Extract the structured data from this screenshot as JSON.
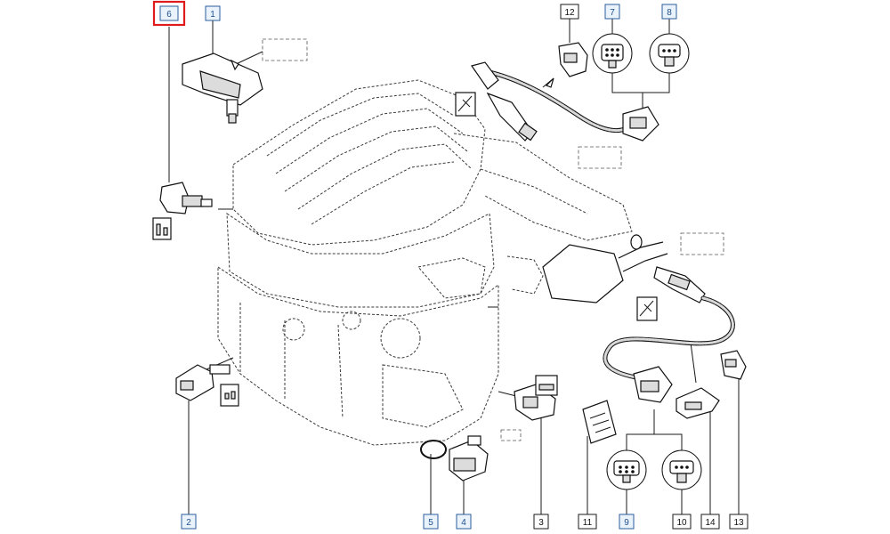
{
  "callouts": [
    {
      "id": "c6",
      "label": "6",
      "style": "blue",
      "highlighted": true
    },
    {
      "id": "c1",
      "label": "1",
      "style": "blue"
    },
    {
      "id": "c12",
      "label": "12",
      "style": "plain"
    },
    {
      "id": "c7",
      "label": "7",
      "style": "blue"
    },
    {
      "id": "c8",
      "label": "8",
      "style": "blue"
    },
    {
      "id": "c2",
      "label": "2",
      "style": "blue"
    },
    {
      "id": "c5",
      "label": "5",
      "style": "blue"
    },
    {
      "id": "c4",
      "label": "4",
      "style": "blue"
    },
    {
      "id": "c3",
      "label": "3",
      "style": "plain"
    },
    {
      "id": "c11",
      "label": "11",
      "style": "plain"
    },
    {
      "id": "c9",
      "label": "9",
      "style": "blue"
    },
    {
      "id": "c10",
      "label": "10",
      "style": "plain"
    },
    {
      "id": "c14",
      "label": "14",
      "style": "plain"
    },
    {
      "id": "c13",
      "label": "13",
      "style": "plain"
    }
  ],
  "colors": {
    "highlight": "#e01b1b",
    "callout_blue": "#2b5d9c",
    "line": "#1a1a1a"
  },
  "icons": [
    "map-sensor-icon",
    "camshaft-sensor-icon",
    "crankshaft-sensor-icon",
    "coolant-temp-sensor-icon",
    "oil-pressure-switch-icon",
    "oxygen-sensor-icon",
    "connector-icon"
  ]
}
